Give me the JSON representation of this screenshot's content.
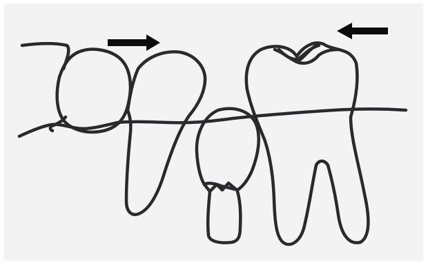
{
  "figure": {
    "description_hidden": "",
    "arrows": [
      {
        "name": "arrow-right",
        "direction": "right"
      },
      {
        "name": "arrow-left",
        "direction": "left"
      }
    ],
    "colors": {
      "paper": "#f3f3f3",
      "ink": "#2a2a2c",
      "arrow": "#0c0c0c"
    }
  }
}
